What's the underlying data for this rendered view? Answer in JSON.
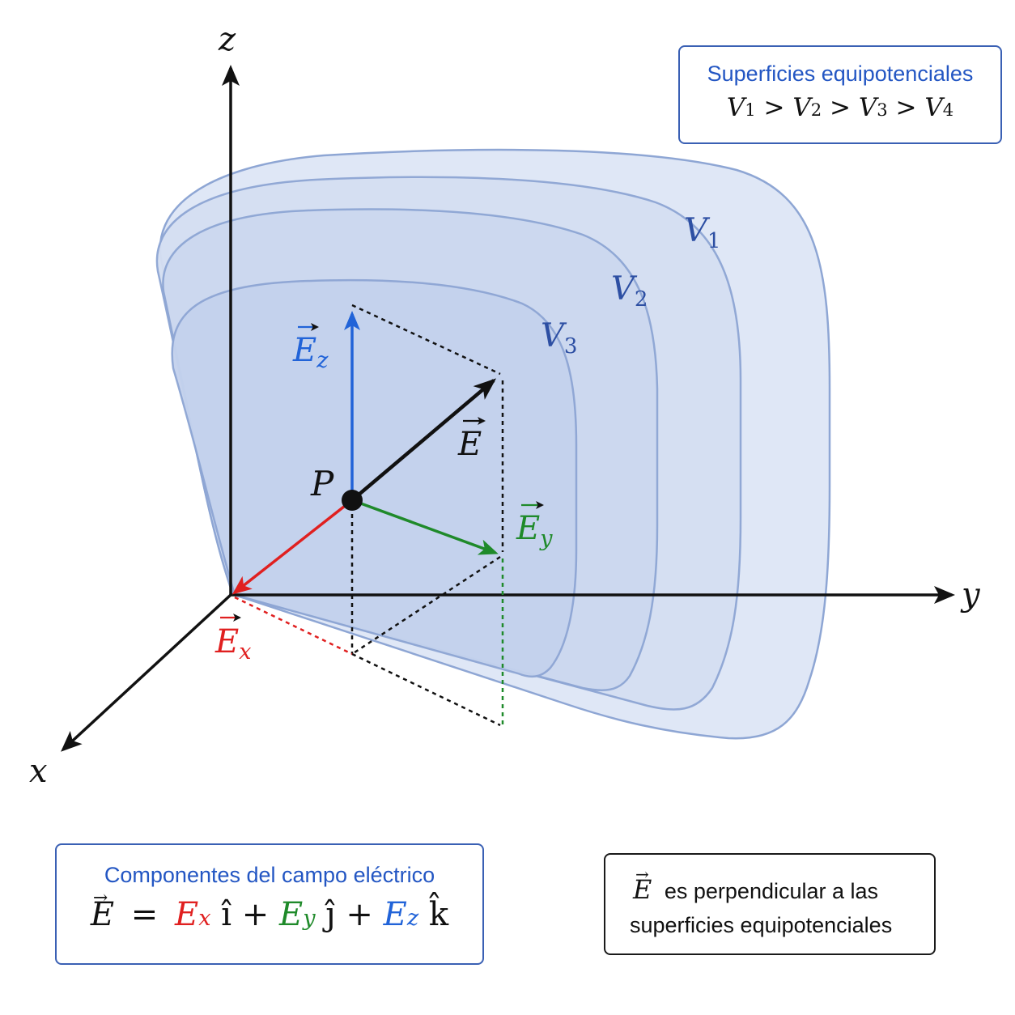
{
  "axes": {
    "x": "x",
    "y": "y",
    "z": "z"
  },
  "point": "P",
  "surfaces": [
    {
      "name": "V",
      "sub": "1"
    },
    {
      "name": "V",
      "sub": "2"
    },
    {
      "name": "V",
      "sub": "3"
    }
  ],
  "vectors": {
    "E": {
      "symbol": "E",
      "color": "#111111"
    },
    "Ex": {
      "symbol": "E",
      "sub": "x",
      "color": "#e02020"
    },
    "Ey": {
      "symbol": "E",
      "sub": "y",
      "color": "#1f8a2a"
    },
    "Ez": {
      "symbol": "E",
      "sub": "z",
      "color": "#2163d8"
    }
  },
  "legend_equipotential": {
    "title": "Superficies equipotenciales",
    "terms": [
      {
        "sym": "V",
        "sub": "1"
      },
      {
        "sym": "V",
        "sub": "2"
      },
      {
        "sym": "V",
        "sub": "3"
      },
      {
        "sym": "V",
        "sub": "4"
      }
    ],
    "relation": ">"
  },
  "components_box": {
    "title": "Componentes del campo eléctrico",
    "lhs": "E",
    "equals": "=",
    "plus": "+",
    "terms": [
      {
        "sym": "E",
        "sub": "x",
        "unit": "î",
        "color": "#e02020"
      },
      {
        "sym": "E",
        "sub": "y",
        "unit": "ĵ",
        "color": "#1f8a2a"
      },
      {
        "sym": "E",
        "sub": "z",
        "unit": "k̂",
        "color": "#2163d8"
      }
    ]
  },
  "note_box": {
    "symbol": "E",
    "line1": "es perpendicular a las",
    "line2": "superficies equipotenciales"
  },
  "colors": {
    "surface_fill": "#c9d6ef",
    "surface_stroke": "#8ea6d4",
    "label_blue": "#2d4fa3",
    "box_blue": "#3a60b4",
    "title_blue": "#2356c3"
  }
}
